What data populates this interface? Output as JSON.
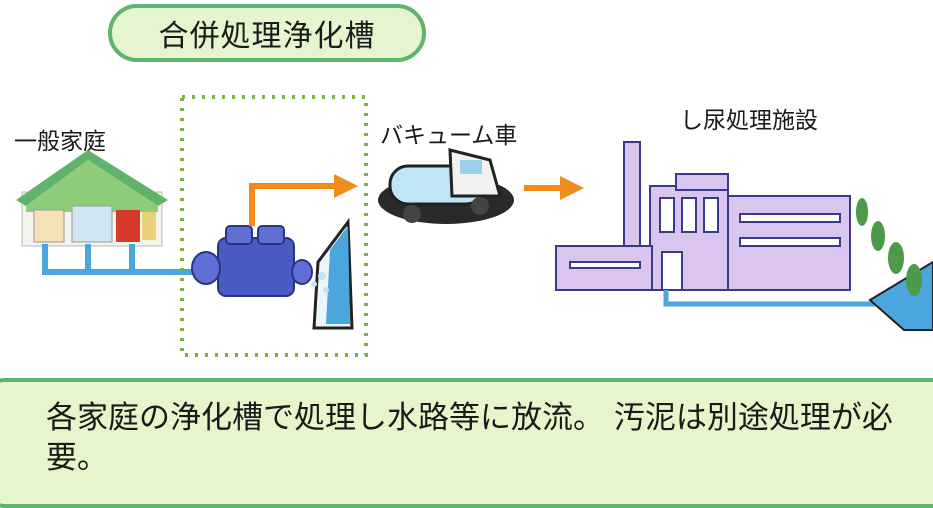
{
  "title": "合併処理浄化槽",
  "labels": {
    "house": "一般家庭",
    "truck": "バキューム車",
    "plant": "し尿処理施設"
  },
  "caption": "各家庭の浄化槽で処理し水路等に放流。 汚泥は別途処理が必要。",
  "colors": {
    "title_border": "#5fb36a",
    "title_fill": "#e4f5cf",
    "arrow": "#f08c1c",
    "pipe": "#4aa6dc",
    "tank": "#4b5bc4",
    "building": "#d9c5ee",
    "dotted_box": "#7cb342"
  }
}
